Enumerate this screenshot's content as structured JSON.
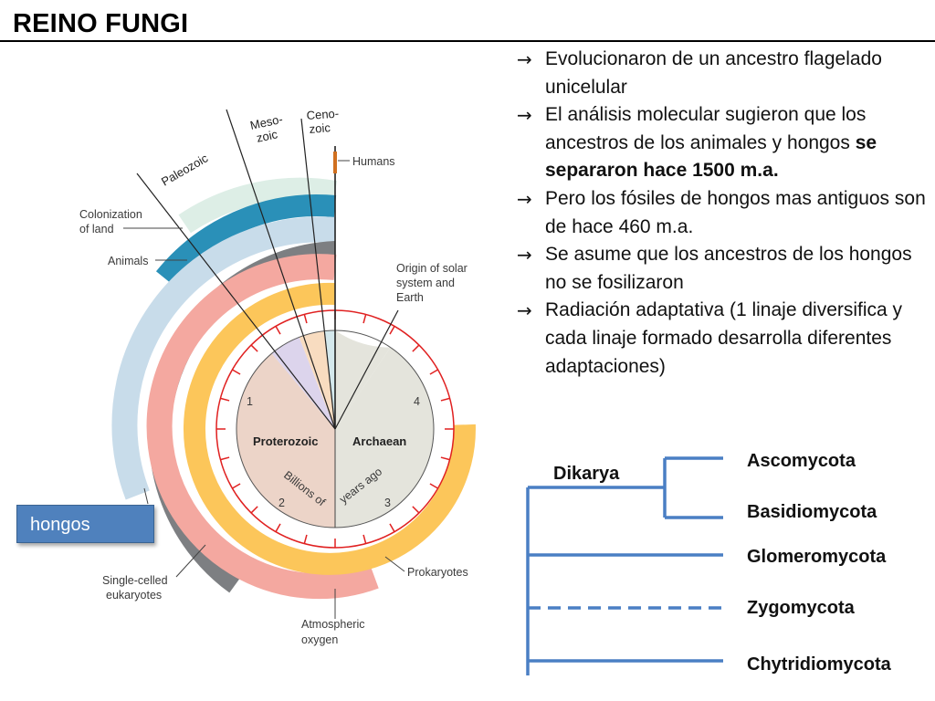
{
  "slide": {
    "title": "REINO FUNGI"
  },
  "bullets": [
    {
      "before": "Evolucionaron de un ancestro flagelado unicelular",
      "bold": "",
      "after": ""
    },
    {
      "before": "El análisis molecular sugieron que los ancestros de los animales y hongos ",
      "bold": "se separaron hace 1500 m.a.",
      "after": ""
    },
    {
      "before": "Pero los fósiles de hongos mas antiguos son de hace 460 m.a.",
      "bold": "",
      "after": ""
    },
    {
      "before": "Se asume que los ancestros de los hongos no se fosilizaron",
      "bold": "",
      "after": ""
    },
    {
      "before": "Radiación adaptativa (1 linaje diversifica y cada linaje formado desarrolla diferentes adaptaciones)",
      "bold": "",
      "after": ""
    }
  ],
  "bullet_icon": "right-arrow-icon",
  "callout": {
    "label": "hongos"
  },
  "clock": {
    "eras": {
      "paleozoic": "Paleozoic",
      "mesozoic": "Meso-\nzoic",
      "cenozoic": "Ceno-\nzoic"
    },
    "eons": {
      "proterozoic": "Proterozoic",
      "archaean": "Archaean"
    },
    "scale_text": {
      "left": "Billions of",
      "right": "years ago"
    },
    "hours": [
      "1",
      "2",
      "3",
      "4"
    ],
    "annotations": {
      "humans": "Humans",
      "colonization": "Colonization\nof land",
      "animals": "Animals",
      "origin": "Origin of solar\nsystem and\nEarth",
      "single_celled": "Single-celled\neukaryotes",
      "prokaryotes": "Prokaryotes",
      "atmospheric": "Atmospheric\noxygen"
    },
    "colors": {
      "proterozoic": "#ecd4c8",
      "archaean": "#e4e4dc",
      "paleozoic": "#dcd4ec",
      "mesozoic": "#f8dcc0",
      "cenozoic": "#d4e8ec",
      "dial_ring": "#e02020",
      "prokaryotes": "#fcc65a",
      "oxygen": "#f4a8a0",
      "single_celled": "#7d7f82",
      "eukaryotes_light": "#c8dcea",
      "animals": "#2a90b8",
      "land": "#ddeee6",
      "humans": "#d07020"
    }
  },
  "tree": {
    "group_label": "Dikarya",
    "taxa": [
      "Ascomycota",
      "Basidiomycota",
      "Glomeromycota",
      "Zygomycota",
      "Chytridiomycota"
    ],
    "line_color": "#4a7fc4"
  }
}
